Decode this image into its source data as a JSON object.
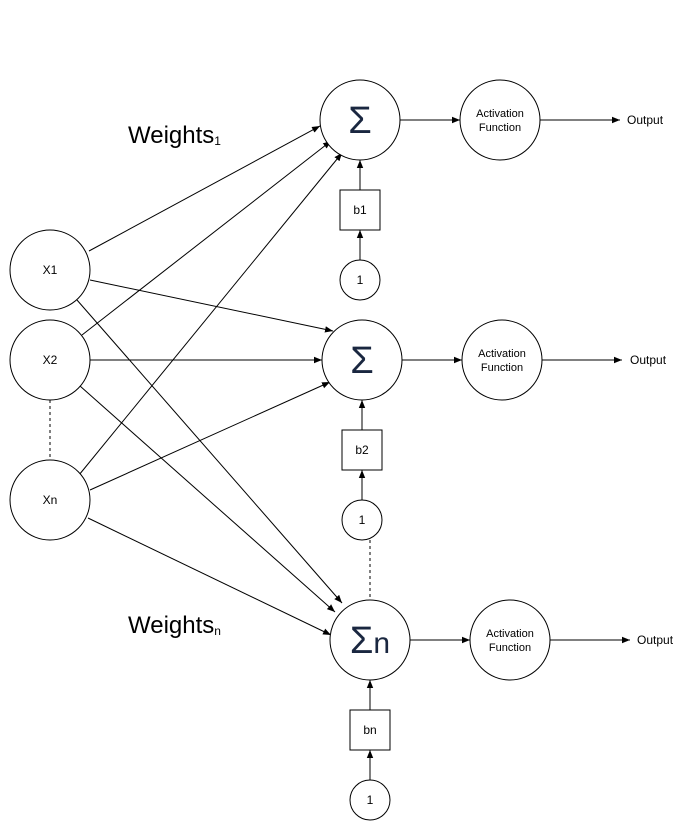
{
  "inputs": [
    {
      "label": "X1"
    },
    {
      "label": "X2"
    },
    {
      "label": "Xn"
    }
  ],
  "neurons": [
    {
      "sum_symbol": "Σ",
      "sum_suffix": "",
      "bias": "b1",
      "bias_input": "1",
      "activation": [
        "Activation",
        "Function"
      ],
      "output": "Output"
    },
    {
      "sum_symbol": "Σ",
      "sum_suffix": "",
      "bias": "b2",
      "bias_input": "1",
      "activation": [
        "Activation",
        "Function"
      ],
      "output": "Output"
    },
    {
      "sum_symbol": "Σ",
      "sum_suffix": "n",
      "bias": "bn",
      "bias_input": "1",
      "activation": [
        "Activation",
        "Function"
      ],
      "output": "Output"
    }
  ],
  "weight_labels": [
    {
      "main": "Weights",
      "sub": "1"
    },
    {
      "main": "Weights",
      "sub": "n"
    }
  ]
}
